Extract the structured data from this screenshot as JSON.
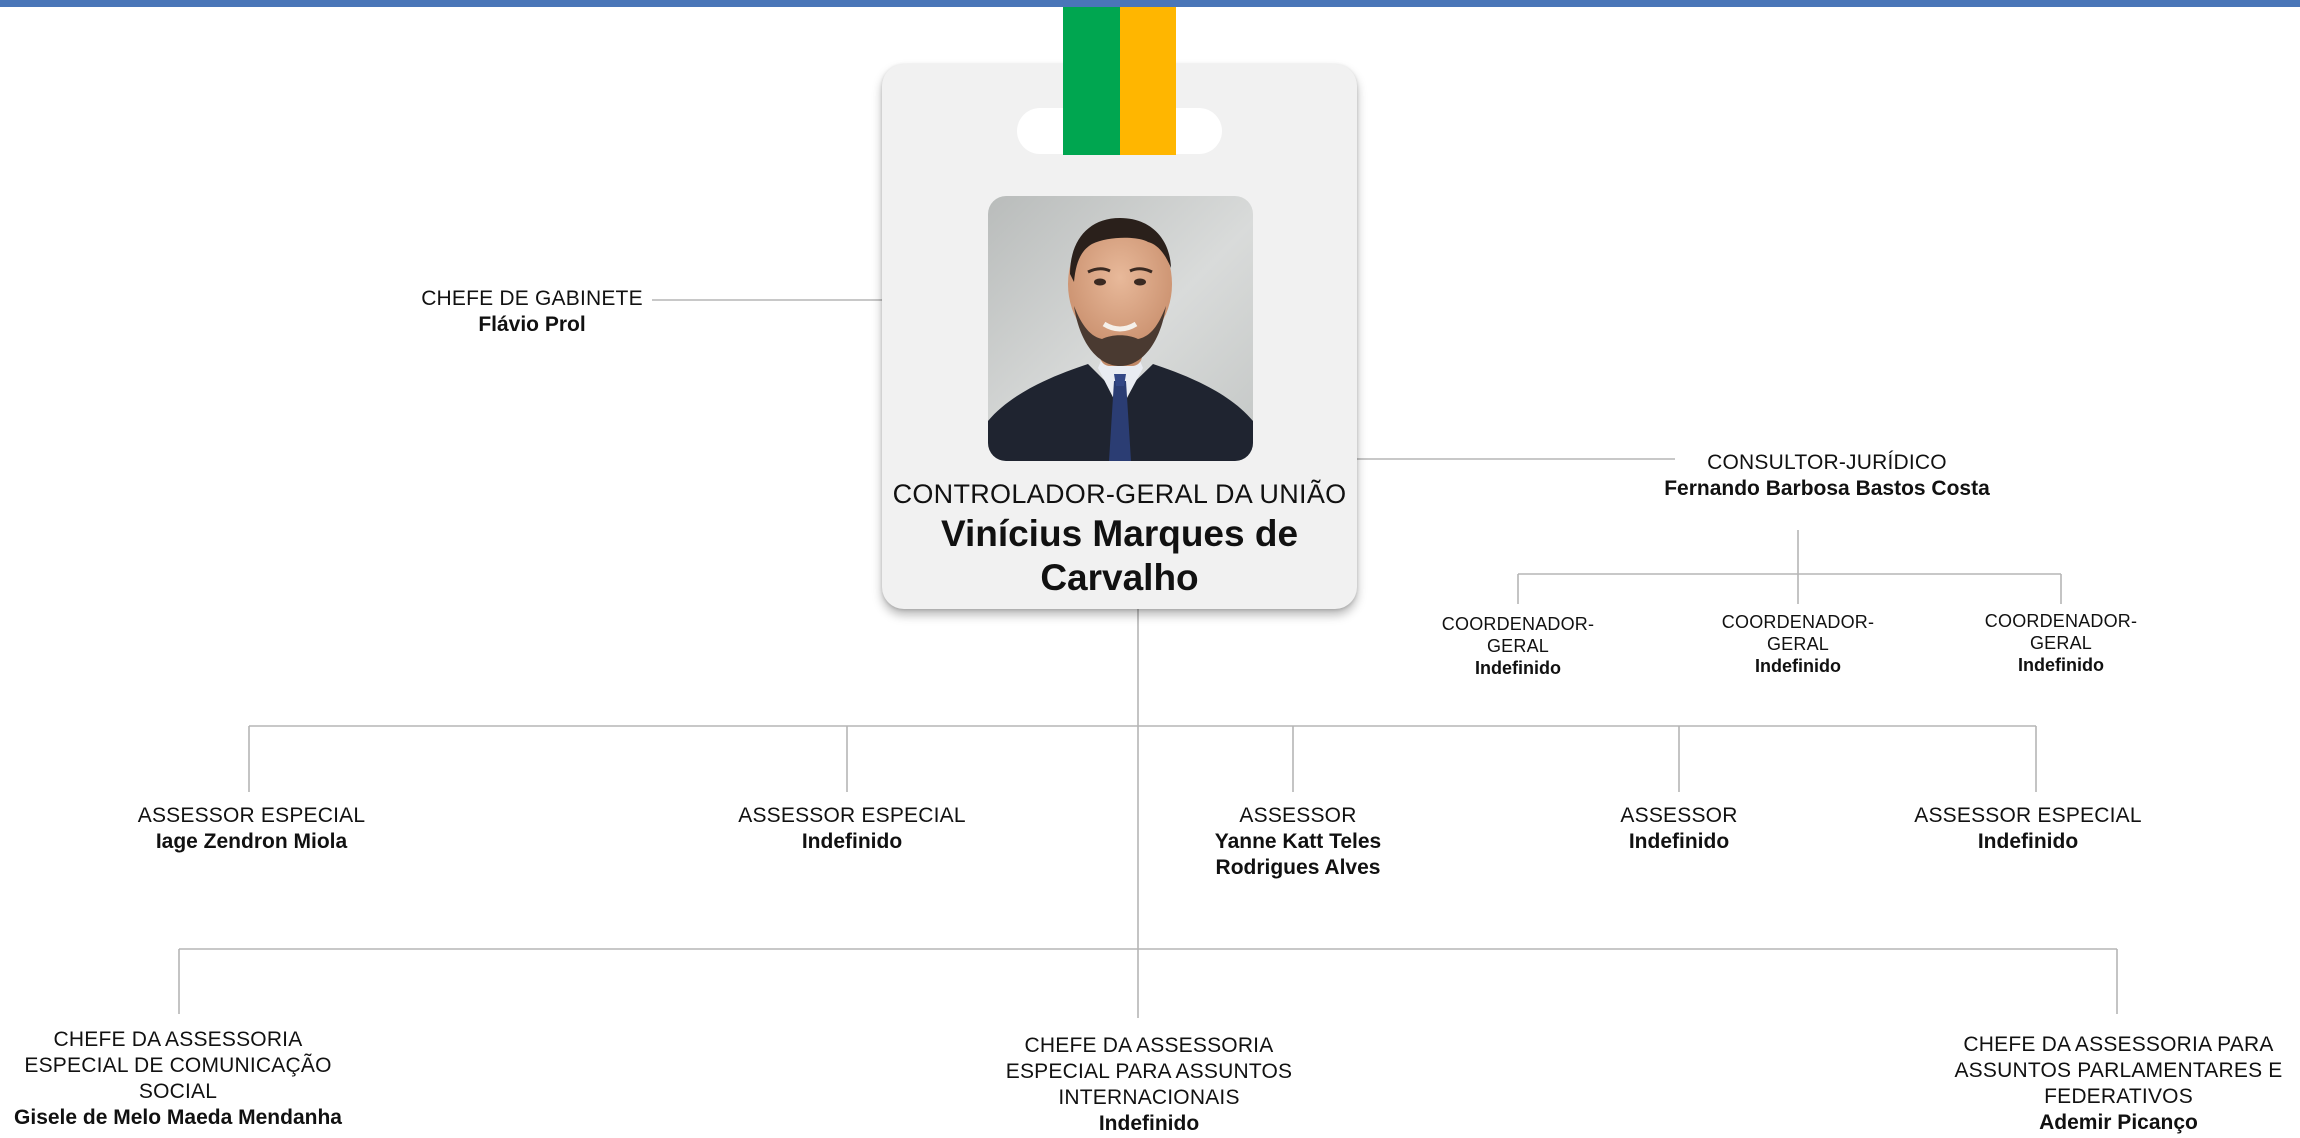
{
  "head": {
    "role": "CONTROLADOR-GERAL DA UNIÃO",
    "name": "Vinícius Marques de Carvalho"
  },
  "chief_of_staff": {
    "role": "CHEFE DE GABINETE",
    "name": "Flávio Prol"
  },
  "legal_consultant": {
    "role": "CONSULTOR-JURÍDICO",
    "name": "Fernando Barbosa Bastos Costa"
  },
  "coordinators": [
    {
      "role": "COORDENADOR-GERAL",
      "name": "Indefinido"
    },
    {
      "role": "COORDENADOR-GERAL",
      "name": "Indefinido"
    },
    {
      "role": "COORDENADOR-GERAL",
      "name": "Indefinido"
    }
  ],
  "advisors": [
    {
      "role": "ASSESSOR ESPECIAL",
      "name": "Iage Zendron Miola"
    },
    {
      "role": "ASSESSOR ESPECIAL",
      "name": "Indefinido"
    },
    {
      "role": "ASSESSOR",
      "name": "Yanne Katt Teles Rodrigues Alves"
    },
    {
      "role": "ASSESSOR",
      "name": "Indefinido"
    },
    {
      "role": "ASSESSOR ESPECIAL",
      "name": "Indefinido"
    }
  ],
  "special_offices": [
    {
      "role": "CHEFE DA ASSESSORIA ESPECIAL DE COMUNICAÇÃO SOCIAL",
      "name": "Gisele de Melo Maeda Mendanha"
    },
    {
      "role": "CHEFE DA ASSESSORIA ESPECIAL PARA ASSUNTOS INTERNACIONAIS",
      "name": "Indefinido"
    },
    {
      "role": "CHEFE DA ASSESSORIA PARA ASSUNTOS PARLAMENTARES E FEDERATIVOS",
      "name": "Ademir Picanço"
    }
  ],
  "colors": {
    "top_bar": "#4a76b8",
    "ribbon_green": "#00a650",
    "ribbon_yellow": "#ffb600",
    "card_background": "#f1f1f1",
    "connector": "#b5b5b5"
  }
}
